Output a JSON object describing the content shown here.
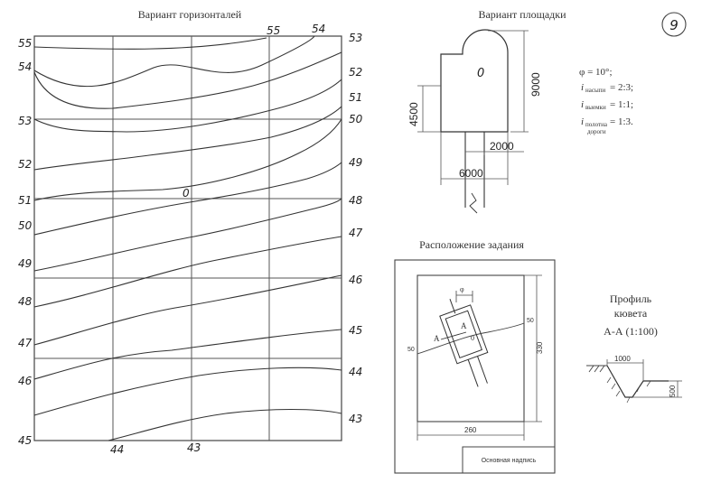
{
  "sheet_number": "9",
  "contour_map": {
    "title": "Вариант горизонталей",
    "left_labels": [
      "55",
      "54",
      "53",
      "52",
      "51",
      "50",
      "49",
      "48",
      "47",
      "46",
      "45"
    ],
    "right_labels": [
      "53",
      "52",
      "51",
      "50",
      "49",
      "48",
      "47",
      "46",
      "45",
      "44",
      "43"
    ],
    "top_labels": [
      "55",
      "54"
    ],
    "bottom_labels": [
      "44",
      "43"
    ],
    "origin_label": "0"
  },
  "site": {
    "title": "Вариант площадки",
    "origin_label": "0",
    "dim_9000": "9000",
    "dim_4500": "4500",
    "dim_2000": "2000",
    "dim_6000": "6000"
  },
  "params": {
    "phi": "φ = 10°;",
    "i_symbol": "i",
    "embankment_sub": "насыпи",
    "embankment_val": "= 2:3;",
    "cut_sub": "выемки",
    "cut_val": "= 1:1;",
    "road_sub_1": "полотна",
    "road_sub_2": "дороги",
    "road_val": "= 1:3."
  },
  "layout_scheme": {
    "title": "Расположение задания",
    "phi_label": "φ",
    "contour_left": "50",
    "contour_right": "50",
    "section_left": "A",
    "section_right": "A",
    "origin_label": "0",
    "dim_height": "330",
    "dim_width": "260",
    "title_block": "Основная надпись"
  },
  "ditch_profile": {
    "title_1": "Профиль",
    "title_2": "кювета",
    "section": "А-А (1:100)",
    "dim_width": "1000",
    "dim_depth": "500"
  }
}
